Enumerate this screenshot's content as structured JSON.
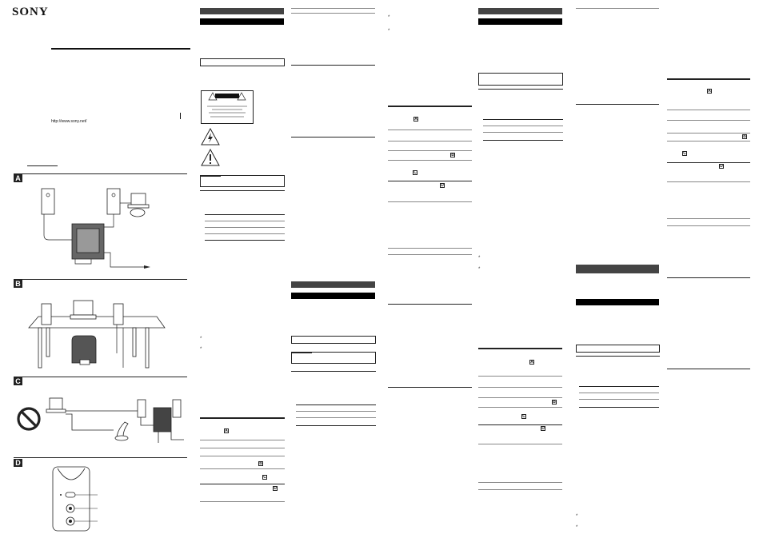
{
  "brand": {
    "logo_text": "SONY"
  },
  "cover": {
    "url": "http://www.sony.net/"
  },
  "figures": {
    "a": {
      "label": "A"
    },
    "b": {
      "label": "B"
    },
    "c": {
      "label": "C"
    },
    "d": {
      "label": "D"
    }
  },
  "refs": {
    "a": "A",
    "b": "B",
    "c": "C",
    "d": "D"
  },
  "bullet": "*",
  "colors": {
    "ink": "#111111",
    "heading_bar": "#444444",
    "heading_bar_dark": "#000000"
  }
}
